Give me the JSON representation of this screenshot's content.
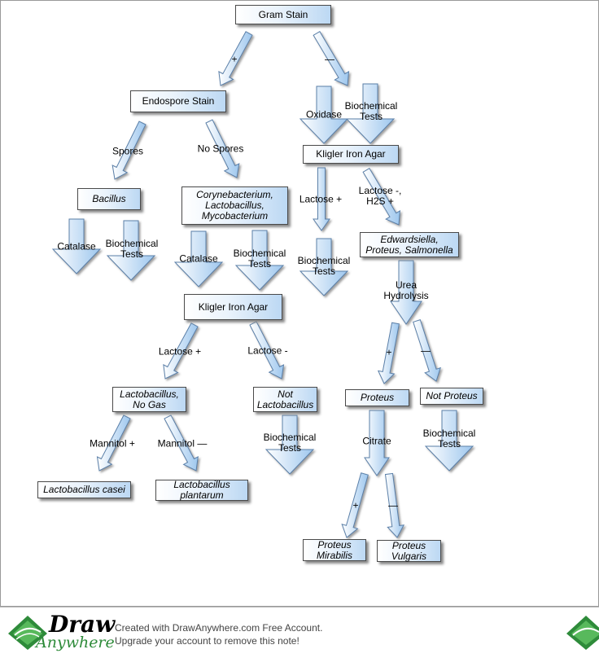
{
  "diagram": {
    "nodes": {
      "gram_stain": "Gram Stain",
      "endospore_stain": "Endospore Stain",
      "bacillus": "Bacillus",
      "coryne": [
        "Corynebacterium,",
        "Lactobacillus,",
        "Mycobacterium"
      ],
      "kia_gram_pos": "Kligler Iron Agar",
      "lacto_no_gas": [
        "Lactobacillus,",
        "No Gas"
      ],
      "not_lacto": [
        "Not",
        "Lactobacillus"
      ],
      "lacto_casei": "Lactobacillus casei",
      "lacto_plantarum": [
        "Lactobacillus",
        "plantarum"
      ],
      "kia_gram_neg": "Kligler Iron Agar",
      "edwards": [
        "Edwardsiella,",
        "Proteus, Salmonella"
      ],
      "proteus": "Proteus",
      "not_proteus": "Not Proteus",
      "proteus_mirabilis": [
        "Proteus",
        "Mirabilis"
      ],
      "proteus_vulgaris": [
        "Proteus",
        "Vulgaris"
      ]
    },
    "labels": {
      "gram_plus": "+",
      "gram_minus": "—",
      "spores": "Spores",
      "no_spores": "No Spores",
      "catalase_bacillus": "Catalase",
      "biochem_bacillus": [
        "Biochemical",
        "Tests"
      ],
      "catalase_coryne": "Catalase",
      "biochem_coryne": [
        "Biochemical",
        "Tests"
      ],
      "lactose_plus_left": "Lactose +",
      "lactose_minus_left": "Lactose -",
      "mannitol_plus": "Mannitol +",
      "mannitol_minus": "Mannitol —",
      "biochem_not_lacto": [
        "Biochemical",
        "Tests"
      ],
      "oxidase": "Oxidase",
      "biochem_gram_neg": [
        "Biochemical",
        "Tests"
      ],
      "lactose_plus_right": "Lactose +",
      "lactose_minus_h2s": [
        "Lactose -,",
        "H2S +"
      ],
      "biochem_lactose_plus": [
        "Biochemical",
        "Tests"
      ],
      "urea": [
        "Urea",
        "Hydrolysis"
      ],
      "urea_plus": "+",
      "urea_minus": "—",
      "biochem_not_proteus": [
        "Biochemical",
        "Tests"
      ],
      "citrate": "Citrate",
      "citrate_plus": "+",
      "citrate_minus": "—"
    }
  },
  "footer": {
    "logo_word_1": "Draw",
    "logo_word_2": "Anywhere",
    "line1_prefix": "Created with ",
    "line1_brand": "DrawAnywhere.com",
    "line1_suffix": " Free Account.",
    "line2": "Upgrade your account to remove this note!"
  },
  "colors": {
    "arrow_fill_light": "#ffffff",
    "arrow_fill_dark": "#9ec7ee",
    "arrow_stroke": "#5a7fa8",
    "logo_green": "#2e8b3a",
    "footer_text": "#444444"
  }
}
